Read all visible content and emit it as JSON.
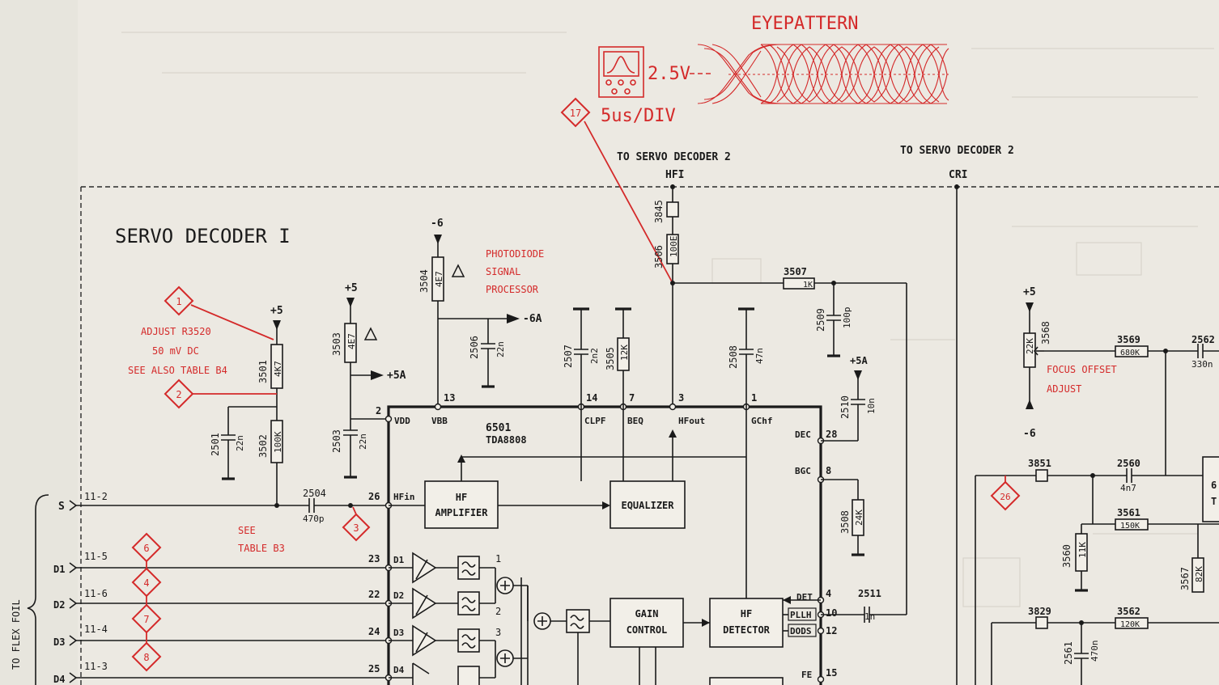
{
  "schematic": {
    "title": "SERVO DECODER I",
    "eyepattern": {
      "label": "EYEPATTERN",
      "volts": "2.5V",
      "time": "5us/DIV"
    },
    "photodiode": {
      "line1": "PHOTODIODE",
      "line2": "SIGNAL",
      "line3": "PROCESSOR"
    },
    "adjust": {
      "line1": "ADJUST R3520",
      "line2": "50 mV DC",
      "line3": "SEE ALSO TABLE B4"
    },
    "see_table": {
      "line1": "SEE",
      "line2": "TABLE B3"
    },
    "focus": {
      "line1": "FOCUS OFFSET",
      "line2": "ADJUST"
    },
    "to_servo_a": "TO SERVO DECODER 2",
    "to_servo_b": "TO SERVO DECODER 2",
    "hfi": "HFI",
    "cri": "CRI",
    "flex_foil": "TO FLEX FOIL",
    "ic": {
      "ref": "6501",
      "part": "TDA8808"
    },
    "blocks": {
      "hf_amp_1": "HF",
      "hf_amp_2": "AMPLIFIER",
      "equalizer": "EQUALIZER",
      "gain_1": "GAIN",
      "gain_2": "CONTROL",
      "hfdet_1": "HF",
      "hfdet_2": "DETECTOR"
    },
    "pins": {
      "vdd": "VDD",
      "vbb": "VBB",
      "clpf": "CLPF",
      "beq": "BEQ",
      "hfout": "HFout",
      "gchf": "GChf",
      "dec": "DEC",
      "bgc": "BGC",
      "det": "DET",
      "pllh": "PLLH",
      "dods": "DODS",
      "fe": "FE",
      "hfin": "HFin",
      "d1": "D1",
      "d2": "D2",
      "d3": "D3",
      "d4": "D4",
      "n2": "2",
      "n13": "13",
      "n14": "14",
      "n7": "7",
      "n3": "3",
      "n1": "1",
      "n28": "28",
      "n8": "8",
      "n4": "4",
      "n10": "10",
      "n12": "12",
      "n15": "15",
      "n26": "26",
      "n23": "23",
      "n22": "22",
      "n24": "24",
      "n25": "25",
      "amp1": "1",
      "amp2": "2",
      "amp3": "3"
    },
    "supplies": {
      "p5a": "+5",
      "p5b": "+5",
      "p5c": "+5",
      "p5A": "+5A",
      "p5A2": "+5A",
      "m6a": "-6",
      "m6b": "-6",
      "m6A": "-6A"
    },
    "components": {
      "r3504": "3504",
      "r3504v": "4E7",
      "r3503": "3503",
      "r3503v": "4E7",
      "r3501": "3501",
      "r3501v": "4K7",
      "r3502": "3502",
      "r3502v": "100K",
      "c2501": "2501",
      "c2501v": "22n",
      "c2503": "2503",
      "c2503v": "22n",
      "c2504": "2504",
      "c2504v": "470p",
      "c2506": "2506",
      "c2506v": "22n",
      "c2507": "2507",
      "c2507v": "2n2",
      "r3505": "3505",
      "r3505v": "12K",
      "r3845": "3845",
      "r3506": "3506",
      "r3506v": "100E",
      "r3507": "3507",
      "r3507v": "1K",
      "c2509": "2509",
      "c2509v": "100p",
      "c2508": "2508",
      "c2508v": "47n",
      "c2510": "2510",
      "c2510v": "10n",
      "r3508": "3508",
      "r3508v": "24K",
      "c2511": "2511",
      "c2511v": "1n",
      "r3568": "3568",
      "r3568v": "22K",
      "r3569": "3569",
      "r3569v": "680K",
      "c2562": "2562",
      "c2562v": "330n",
      "r3851": "3851",
      "c2560": "2560",
      "c2560v": "4n7",
      "r3561": "3561",
      "r3561v": "150K",
      "r3560": "3560",
      "r3560v": "11K",
      "r3567": "3567",
      "r3567v": "82K",
      "r3829": "3829",
      "r3562": "3562",
      "r3562v": "120K",
      "c2561": "2561",
      "c2561v": "470n"
    },
    "connectors": {
      "s": "S",
      "d1": "D1",
      "d2": "D2",
      "d3": "D3",
      "d4": "D4",
      "p112": "11-2",
      "p115": "11-5",
      "p116": "11-6",
      "p114": "11-4",
      "p113": "11-3"
    },
    "markers": {
      "m17": "17",
      "m1": "1",
      "m2": "2",
      "m3": "3",
      "m6": "6",
      "m4": "4",
      "m7": "7",
      "m8": "8",
      "m26": "26"
    },
    "edge_labels": {
      "r6": "6",
      "rT": "T"
    }
  },
  "colors": {
    "ink": "#1a1a1a",
    "annotation": "#d42a2a",
    "paper": "#ece9e2"
  }
}
